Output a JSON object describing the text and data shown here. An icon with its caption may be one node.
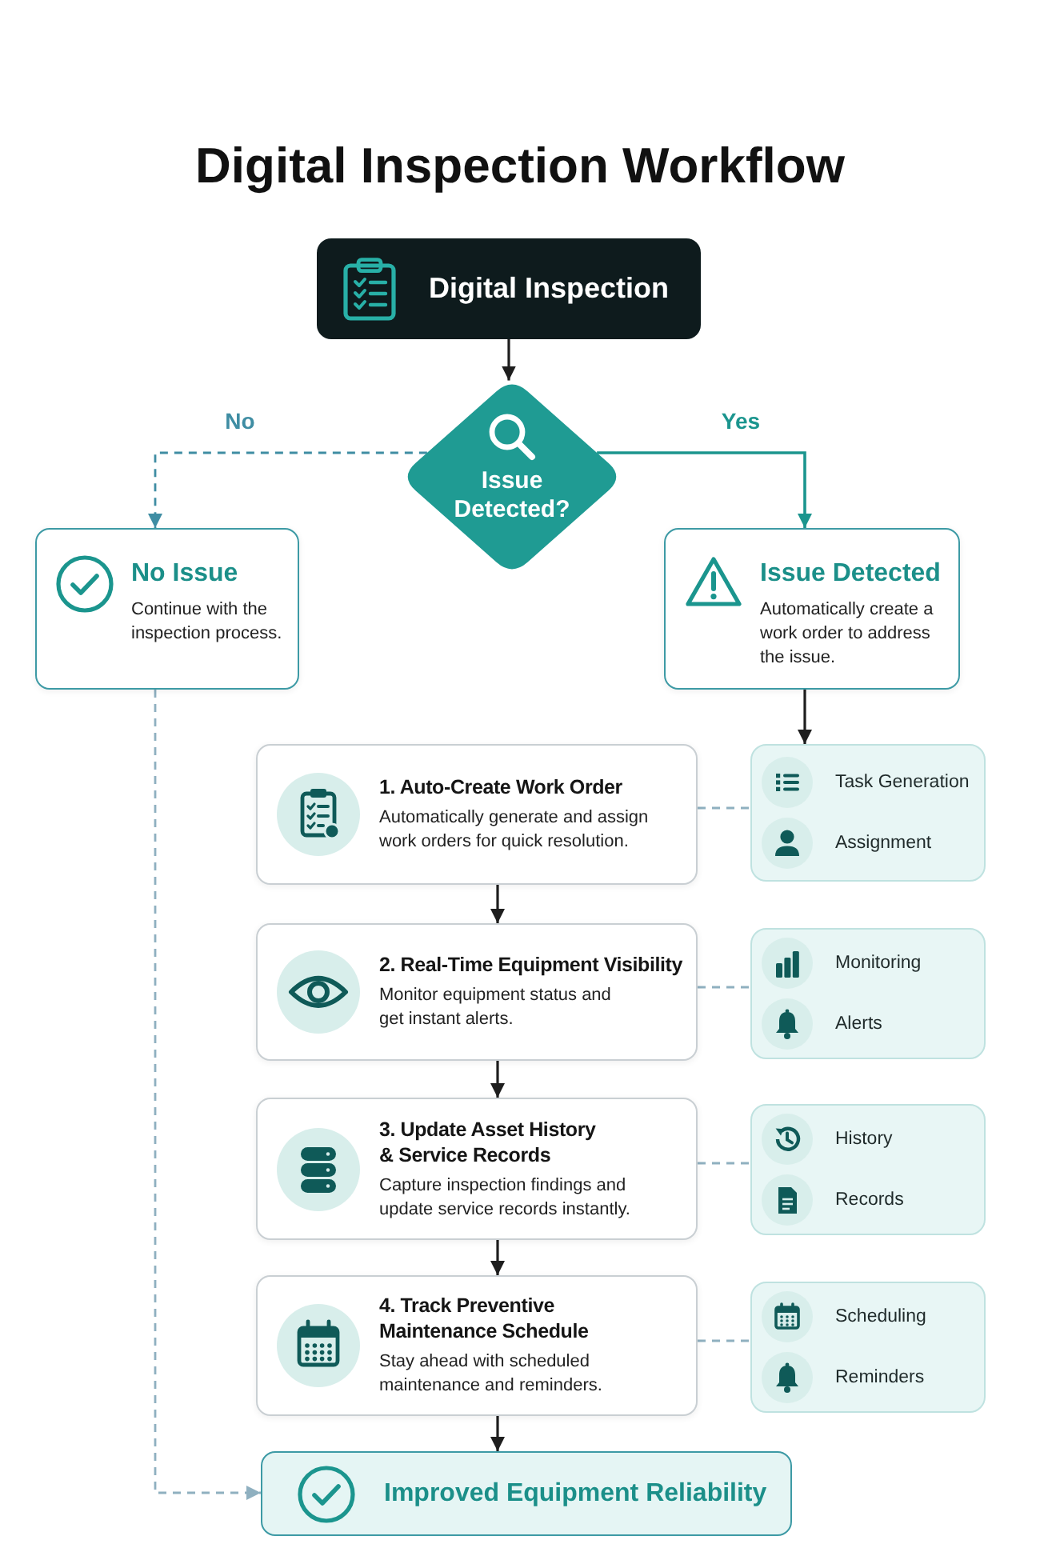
{
  "diagram": {
    "title": "Digital Inspection Workflow",
    "nodes": [
      {
        "text": [
          "Digital Inspection"
        ]
      },
      {
        "text": [
          "Issue Detected?"
        ]
      },
      {
        "text": [
          "No Issue",
          "Continue with the inspection process."
        ]
      },
      {
        "text": [
          "Issue Detected",
          "Automatically create a work order to address the issue."
        ]
      },
      {
        "text": [
          "1. Auto-Create Work Order",
          "Automatically generate and assign work orders for quick resolution."
        ]
      },
      {
        "text": [
          "Task Generation",
          "Assignment"
        ]
      },
      {
        "text": [
          "2. Real-Time Equipment Visibility",
          "Monitor equipment status and get instant alerts."
        ]
      },
      {
        "text": [
          "Monitoring",
          "Alerts"
        ]
      },
      {
        "text": [
          "3. Update Asset History & Service Records",
          "Capture inspection findings and update service records instantly."
        ]
      },
      {
        "text": [
          "History",
          "Records"
        ]
      },
      {
        "text": [
          "4. Track Preventive Maintenance Schedule",
          "Stay ahead with scheduled maintenance and reminders."
        ]
      },
      {
        "text": [
          "Scheduling",
          "Reminders"
        ]
      },
      {
        "text": [
          "Improved Equipment Reliability"
        ]
      }
    ],
    "edges": [
      {
        "from": 0,
        "to": 1,
        "arrow": "to"
      },
      {
        "from": 1,
        "to": 2,
        "arrow": "to",
        "label": "No",
        "style": "dashed",
        "color": "#3f8da3"
      },
      {
        "from": 1,
        "to": 3,
        "arrow": "to",
        "label": "Yes",
        "color": "#1b958e"
      },
      {
        "from": 3,
        "to": 5,
        "arrow": "to"
      },
      {
        "from": 4,
        "to": 5,
        "arrow": "none",
        "style": "dashed",
        "color": "#8fb0c0"
      },
      {
        "from": 4,
        "to": 6,
        "arrow": "to"
      },
      {
        "from": 6,
        "to": 7,
        "arrow": "none",
        "style": "dashed",
        "color": "#8fb0c0"
      },
      {
        "from": 6,
        "to": 8,
        "arrow": "to"
      },
      {
        "from": 8,
        "to": 9,
        "arrow": "none",
        "style": "dashed",
        "color": "#8fb0c0"
      },
      {
        "from": 8,
        "to": 10,
        "arrow": "to"
      },
      {
        "from": 10,
        "to": 11,
        "arrow": "none",
        "style": "dashed",
        "color": "#8fb0c0"
      },
      {
        "from": 10,
        "to": 12,
        "arrow": "to"
      },
      {
        "from": 2,
        "to": 12,
        "arrow": "to",
        "style": "dashed",
        "color": "#8fb0c0"
      }
    ]
  }
}
